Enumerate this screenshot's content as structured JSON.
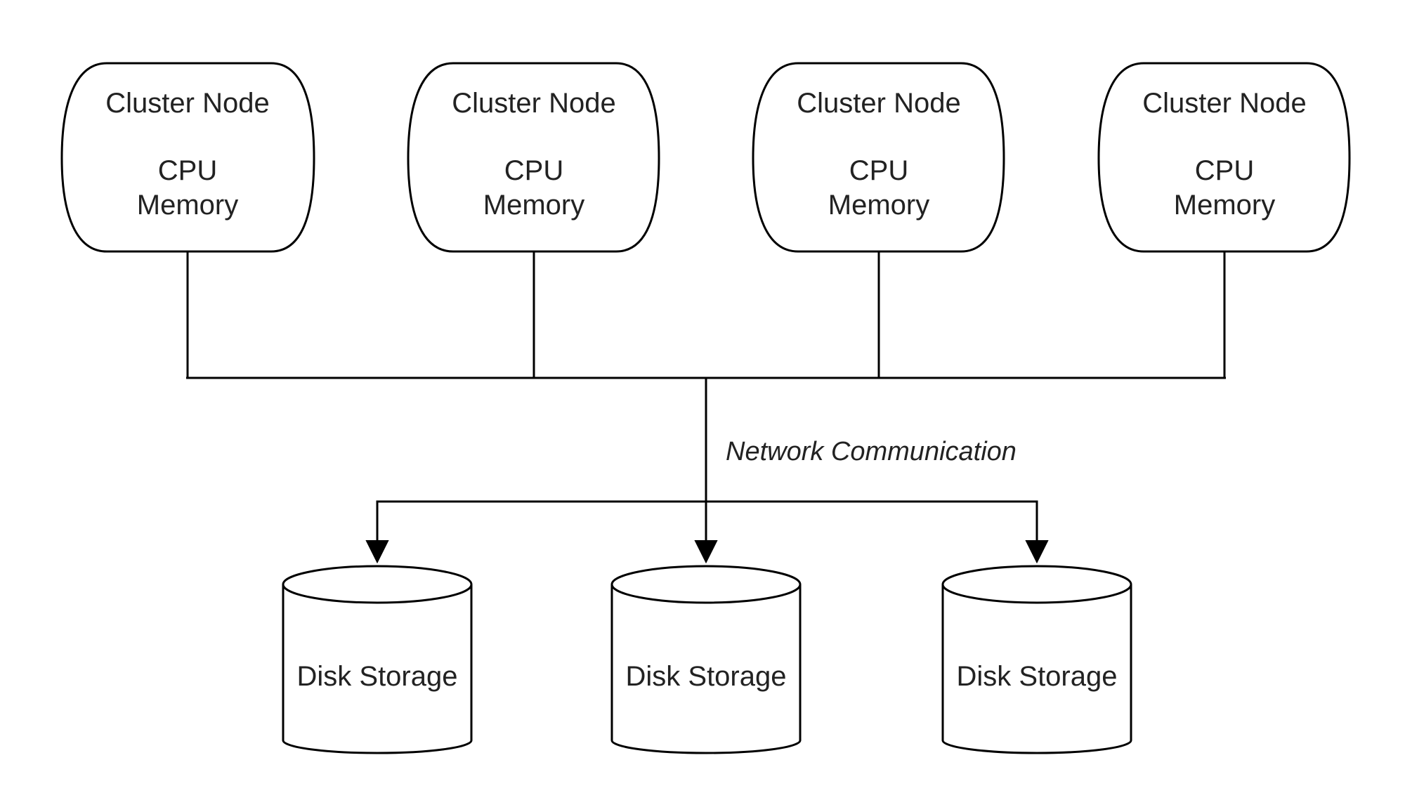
{
  "nodes": [
    {
      "title": "Cluster Node",
      "line1": "CPU",
      "line2": "Memory"
    },
    {
      "title": "Cluster Node",
      "line1": "CPU",
      "line2": "Memory"
    },
    {
      "title": "Cluster Node",
      "line1": "CPU",
      "line2": "Memory"
    },
    {
      "title": "Cluster Node",
      "line1": "CPU",
      "line2": "Memory"
    }
  ],
  "disks": [
    {
      "label": "Disk Storage"
    },
    {
      "label": "Disk Storage"
    },
    {
      "label": "Disk Storage"
    }
  ],
  "edge_label": "Network Communication"
}
